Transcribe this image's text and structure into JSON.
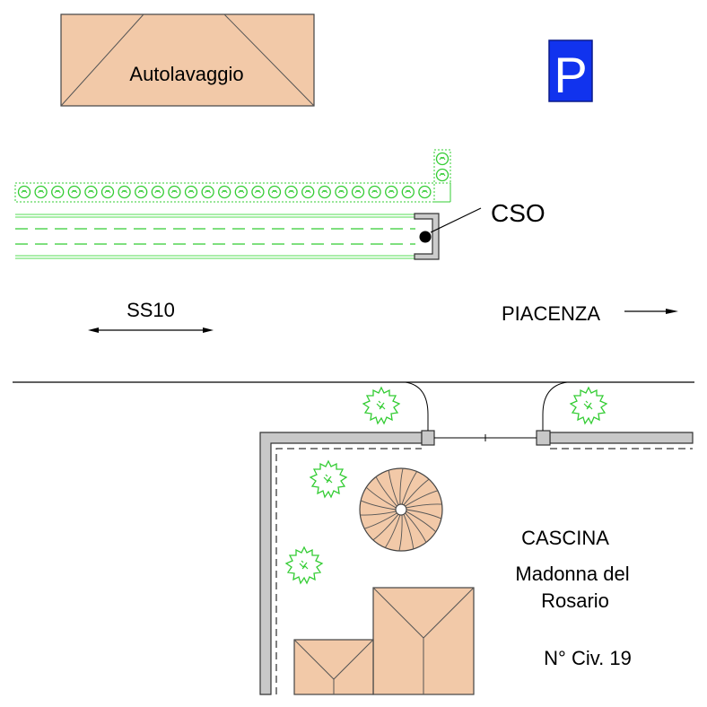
{
  "labels": {
    "car_wash": "Autolavaggio",
    "parking": "P",
    "cso": "CSO",
    "road": "SS10",
    "direction": "PIACENZA",
    "farm_line1": "CASCINA",
    "farm_line2": "Madonna del",
    "farm_line3": "Rosario",
    "civic_number": "N° Civ. 19"
  },
  "colors": {
    "roof": "#f2c9a8",
    "hedge": "#33cc33",
    "parking_bg": "#1133ee",
    "wall": "#c8c8c8",
    "outline": "#333333"
  },
  "icons": {
    "parking": "parking-sign-icon",
    "tree": "tree-icon",
    "staircase": "spiral-staircase-icon"
  }
}
